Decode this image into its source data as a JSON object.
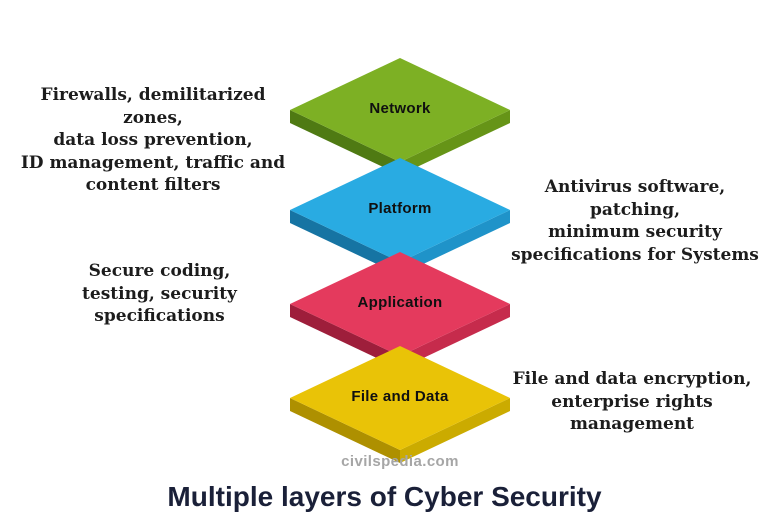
{
  "title": "Multiple layers of Cyber Security",
  "watermark": "civilspedia.com",
  "layers": [
    {
      "label": "Network",
      "annotation": "Firewalls, demilitarized zones,\ndata loss prevention,\nID management, traffic and\ncontent filters",
      "colors": {
        "top": "#7db024",
        "side_left": "#4f7a13",
        "side_right": "#669417"
      }
    },
    {
      "label": "Platform",
      "annotation": "Antivirus software, patching,\nminimum security\nspecifications for Systems",
      "colors": {
        "top": "#29abe2",
        "side_left": "#1674a3",
        "side_right": "#1f93c9"
      }
    },
    {
      "label": "Application",
      "annotation": "Secure coding,\ntesting, security\nspecifications",
      "colors": {
        "top": "#e43a5d",
        "side_left": "#9e1e3b",
        "side_right": "#c62b4c"
      }
    },
    {
      "label": "File and Data",
      "annotation": "File and data encryption,\nenterprise rights\nmanagement",
      "colors": {
        "top": "#e9c307",
        "side_left": "#ae9000",
        "side_right": "#cbab00"
      }
    }
  ]
}
